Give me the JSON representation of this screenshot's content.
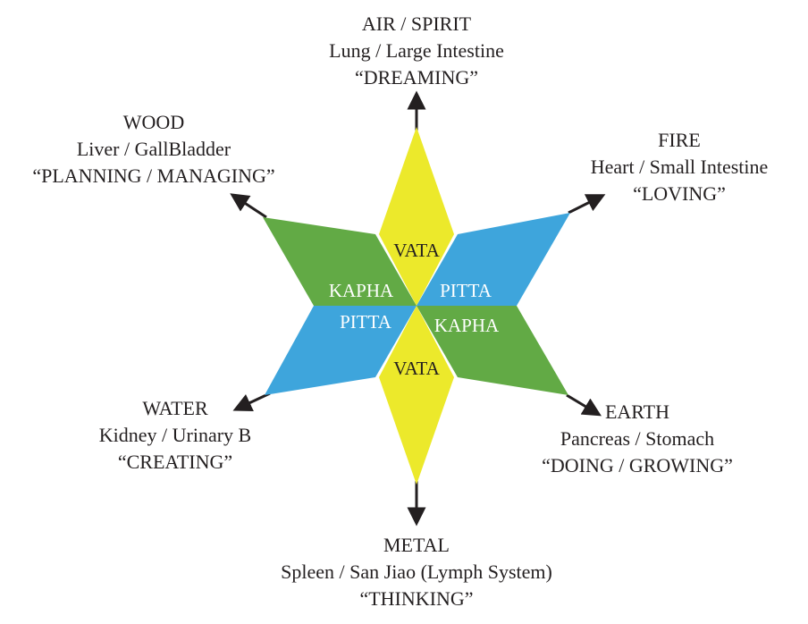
{
  "colors": {
    "yellow": "#ece92b",
    "green": "#62aa45",
    "blue": "#3ea5dc",
    "arrow": "#231f20",
    "text_dark": "#231f20",
    "text_light": "#ffffff"
  },
  "elements": {
    "air": {
      "name": "AIR / SPIRIT",
      "organs": "Lung / Large Intestine",
      "action": "“DREAMING”"
    },
    "wood": {
      "name": "WOOD",
      "organs": "Liver / GallBladder",
      "action": "“PLANNING / MANAGING”"
    },
    "fire": {
      "name": "FIRE",
      "organs": "Heart / Small Intestine",
      "action": "“LOVING”"
    },
    "water": {
      "name": "WATER",
      "organs": "Kidney / Urinary B",
      "action": "“CREATING”"
    },
    "earth": {
      "name": "EARTH",
      "organs": "Pancreas / Stomach",
      "action": "“DOING / GROWING”"
    },
    "metal": {
      "name": "METAL",
      "organs": "Spleen / San Jiao (Lymph System)",
      "action": "“THINKING”"
    }
  },
  "doshas": {
    "top": "VATA",
    "upper_left": "KAPHA",
    "upper_right": "PITTA",
    "lower_left": "PITTA",
    "lower_right": "KAPHA",
    "bottom": "VATA"
  }
}
